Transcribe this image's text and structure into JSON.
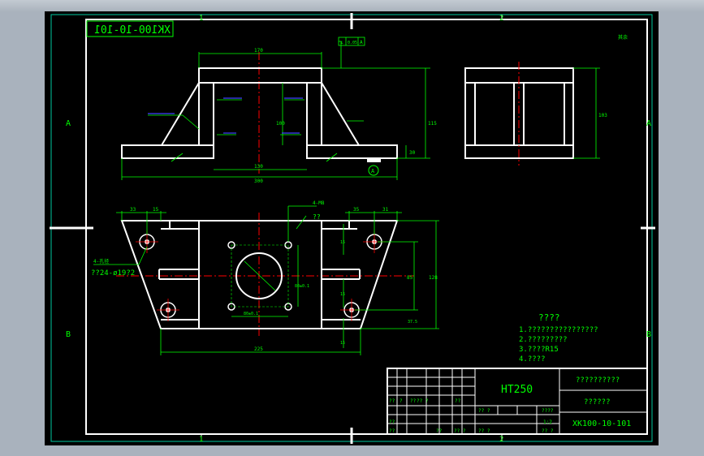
{
  "drawing": {
    "number_mirrored": "XK100-10-101",
    "zone_labels": {
      "columns": [
        "1",
        "2"
      ],
      "rows": [
        "A",
        "B"
      ]
    },
    "dimensions": {
      "front_top_width": "170",
      "front_base_width": "300",
      "front_inner_width": "130",
      "front_height": "115",
      "front_inner_height": "100",
      "front_base_height": "30",
      "side_height": "103",
      "plan_offset_left_1": "33",
      "plan_offset_left_2": "15",
      "plan_offset_right_1": "35",
      "plan_offset_right_2": "31",
      "plan_total_width": "225",
      "plan_depth_1": "85",
      "plan_depth_2": "128",
      "plan_small_1": "15",
      "plan_small_2": "15",
      "plan_small_3": "15",
      "plan_offset_bottom": "37.5",
      "square_side_vertical": "80±0.1",
      "square_side_horizontal": "80±0.1",
      "bolt_label": "4-M8",
      "hole_callout_1": "4-孔径",
      "hole_callout_2": "??24-ø19?2",
      "note_short": "??",
      "datum_label": "A"
    },
    "callout_box": {
      "cells": [
        "⊥",
        "0.05",
        "A"
      ]
    },
    "notes": {
      "title": "????",
      "lines": [
        "1.????????????????",
        "2.?????????",
        "3.????R15",
        "4.????"
      ]
    },
    "roughness_mark": "其余"
  },
  "title_block": {
    "material": "HT250",
    "name_top": "??????????",
    "name_mid": "??????",
    "drawing_number": "XK100-10-101",
    "scale": "1:2",
    "small_cells": [
      "??",
      "?",
      "??",
      "?? ?",
      "??",
      "??",
      "?? ?",
      "????",
      "??",
      "??",
      "?? ?",
      "?? ?",
      "?? ?"
    ]
  }
}
